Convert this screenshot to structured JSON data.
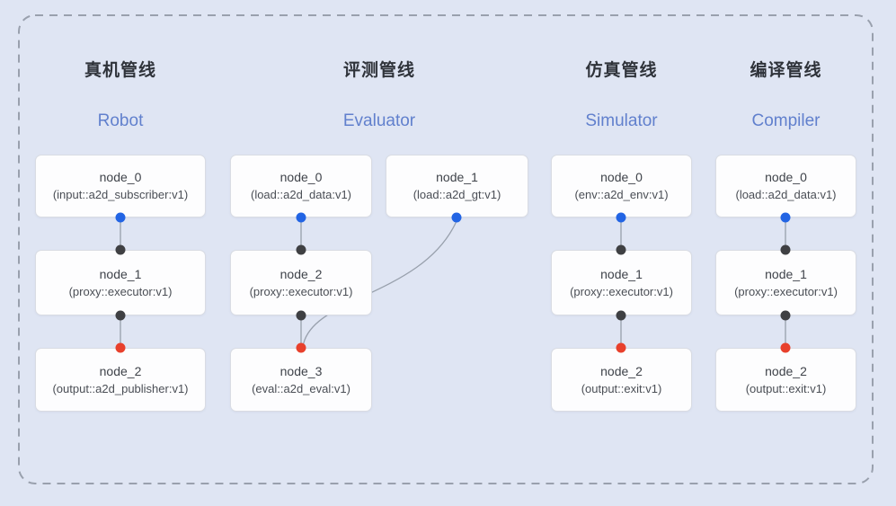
{
  "colors": {
    "background": "#dfe5f3",
    "dashed_border": "#99a0ad",
    "node_background": "#fdfdfe",
    "node_border": "#d9dce3",
    "edge_line": "#98a0ac",
    "port_input_blue": "#2264e4",
    "port_mid_dark": "#3f4043",
    "port_output_red": "#e8402c",
    "title_zh_color": "#2f333a",
    "title_en_color": "#6180cd"
  },
  "pipelines": [
    {
      "title_zh": "真机管线",
      "title_en": "Robot",
      "nodes": [
        {
          "name": "node_0",
          "type": "(input::a2d_subscriber:v1)"
        },
        {
          "name": "node_1",
          "type": "(proxy::executor:v1)"
        },
        {
          "name": "node_2",
          "type": "(output::a2d_publisher:v1)"
        }
      ]
    },
    {
      "title_zh": "评测管线",
      "title_en": "Evaluator",
      "nodes": [
        {
          "name": "node_0",
          "type": "(load::a2d_data:v1)"
        },
        {
          "name": "node_1",
          "type": "(load::a2d_gt:v1)"
        },
        {
          "name": "node_2",
          "type": "(proxy::executor:v1)"
        },
        {
          "name": "node_3",
          "type": "(eval::a2d_eval:v1)"
        }
      ]
    },
    {
      "title_zh": "仿真管线",
      "title_en": "Simulator",
      "nodes": [
        {
          "name": "node_0",
          "type": "(env::a2d_env:v1)"
        },
        {
          "name": "node_1",
          "type": "(proxy::executor:v1)"
        },
        {
          "name": "node_2",
          "type": "(output::exit:v1)"
        }
      ]
    },
    {
      "title_zh": "编译管线",
      "title_en": "Compiler",
      "nodes": [
        {
          "name": "node_0",
          "type": "(load::a2d_data:v1)"
        },
        {
          "name": "node_1",
          "type": "(proxy::executor:v1)"
        },
        {
          "name": "node_2",
          "type": "(output::exit:v1)"
        }
      ]
    }
  ]
}
